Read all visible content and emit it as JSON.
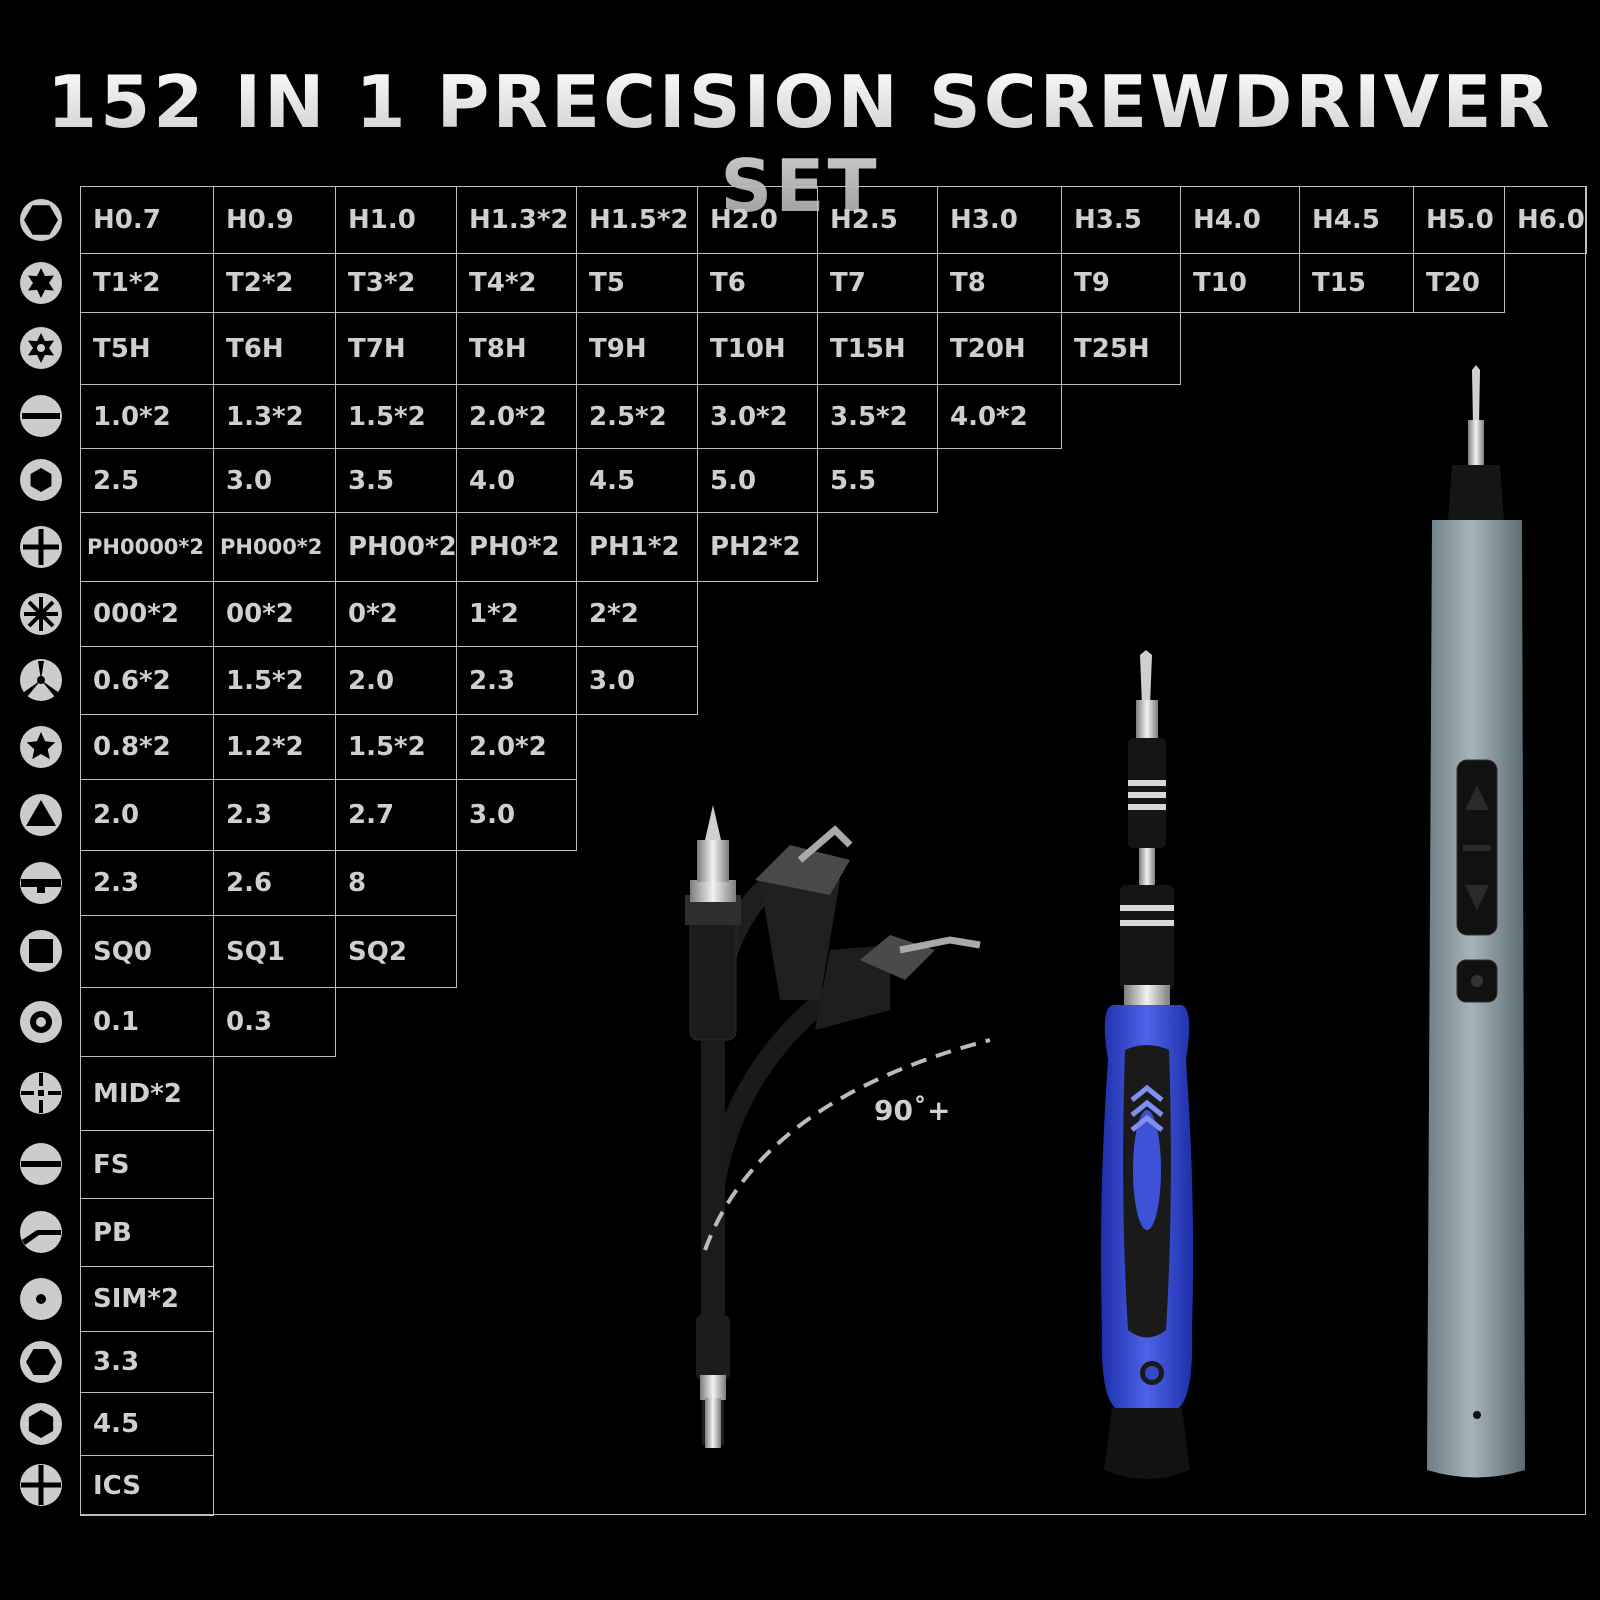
{
  "title": "152 IN 1 PRECISION SCREWDRIVER SET",
  "angle_label": "90˚+",
  "rows": [
    {
      "icon": "hex-icon",
      "cells": [
        "H0.7",
        "H0.9",
        "H1.0",
        "H1.3*2",
        "H1.5*2",
        "H2.0",
        "H2.5",
        "H3.0",
        "H3.5",
        "H4.0",
        "H4.5",
        "H5.0",
        "H6.0"
      ]
    },
    {
      "icon": "torx-icon",
      "cells": [
        "T1*2",
        "T2*2",
        "T3*2",
        "T4*2",
        "T5",
        "T6",
        "T7",
        "T8",
        "T9",
        "T10",
        "T15",
        "T20"
      ]
    },
    {
      "icon": "torx-hole-icon",
      "cells": [
        "T5H",
        "T6H",
        "T7H",
        "T8H",
        "T9H",
        "T10H",
        "T15H",
        "T20H",
        "T25H"
      ]
    },
    {
      "icon": "slotted-icon",
      "cells": [
        "1.0*2",
        "1.3*2",
        "1.5*2",
        "2.0*2",
        "2.5*2",
        "3.0*2",
        "3.5*2",
        "4.0*2"
      ]
    },
    {
      "icon": "hex-socket-icon",
      "cells": [
        "2.5",
        "3.0",
        "3.5",
        "4.0",
        "4.5",
        "5.0",
        "5.5"
      ]
    },
    {
      "icon": "phillips-icon",
      "cells": [
        "PH0000*2",
        "PH000*2",
        "PH00*2",
        "PH0*2",
        "PH1*2",
        "PH2*2"
      ]
    },
    {
      "icon": "pozidriv-icon",
      "cells": [
        "000*2",
        "00*2",
        "0*2",
        "1*2",
        "2*2"
      ]
    },
    {
      "icon": "tri-wing-icon",
      "cells": [
        "0.6*2",
        "1.5*2",
        "2.0",
        "2.3",
        "3.0"
      ]
    },
    {
      "icon": "pentalobe-icon",
      "cells": [
        "0.8*2",
        "1.2*2",
        "1.5*2",
        "2.0*2"
      ]
    },
    {
      "icon": "triangle-icon",
      "cells": [
        "2.0",
        "2.3",
        "2.7",
        "3.0"
      ]
    },
    {
      "icon": "u-shape-icon",
      "cells": [
        "2.3",
        "2.6",
        "8"
      ]
    },
    {
      "icon": "square-icon",
      "cells": [
        "SQ0",
        "SQ1",
        "SQ2"
      ]
    },
    {
      "icon": "pin-icon",
      "cells": [
        "0.1",
        "0.3"
      ]
    },
    {
      "icon": "mid-icon",
      "cells": [
        "MID*2"
      ]
    },
    {
      "icon": "fs-icon",
      "cells": [
        "FS"
      ]
    },
    {
      "icon": "pb-icon",
      "cells": [
        "PB"
      ]
    },
    {
      "icon": "sim-icon",
      "cells": [
        "SIM*2"
      ]
    },
    {
      "icon": "hex-small-icon",
      "cells": [
        "3.3"
      ]
    },
    {
      "icon": "hex-large-icon",
      "cells": [
        "4.5"
      ]
    },
    {
      "icon": "ics-icon",
      "cells": [
        "ICS"
      ]
    }
  ]
}
